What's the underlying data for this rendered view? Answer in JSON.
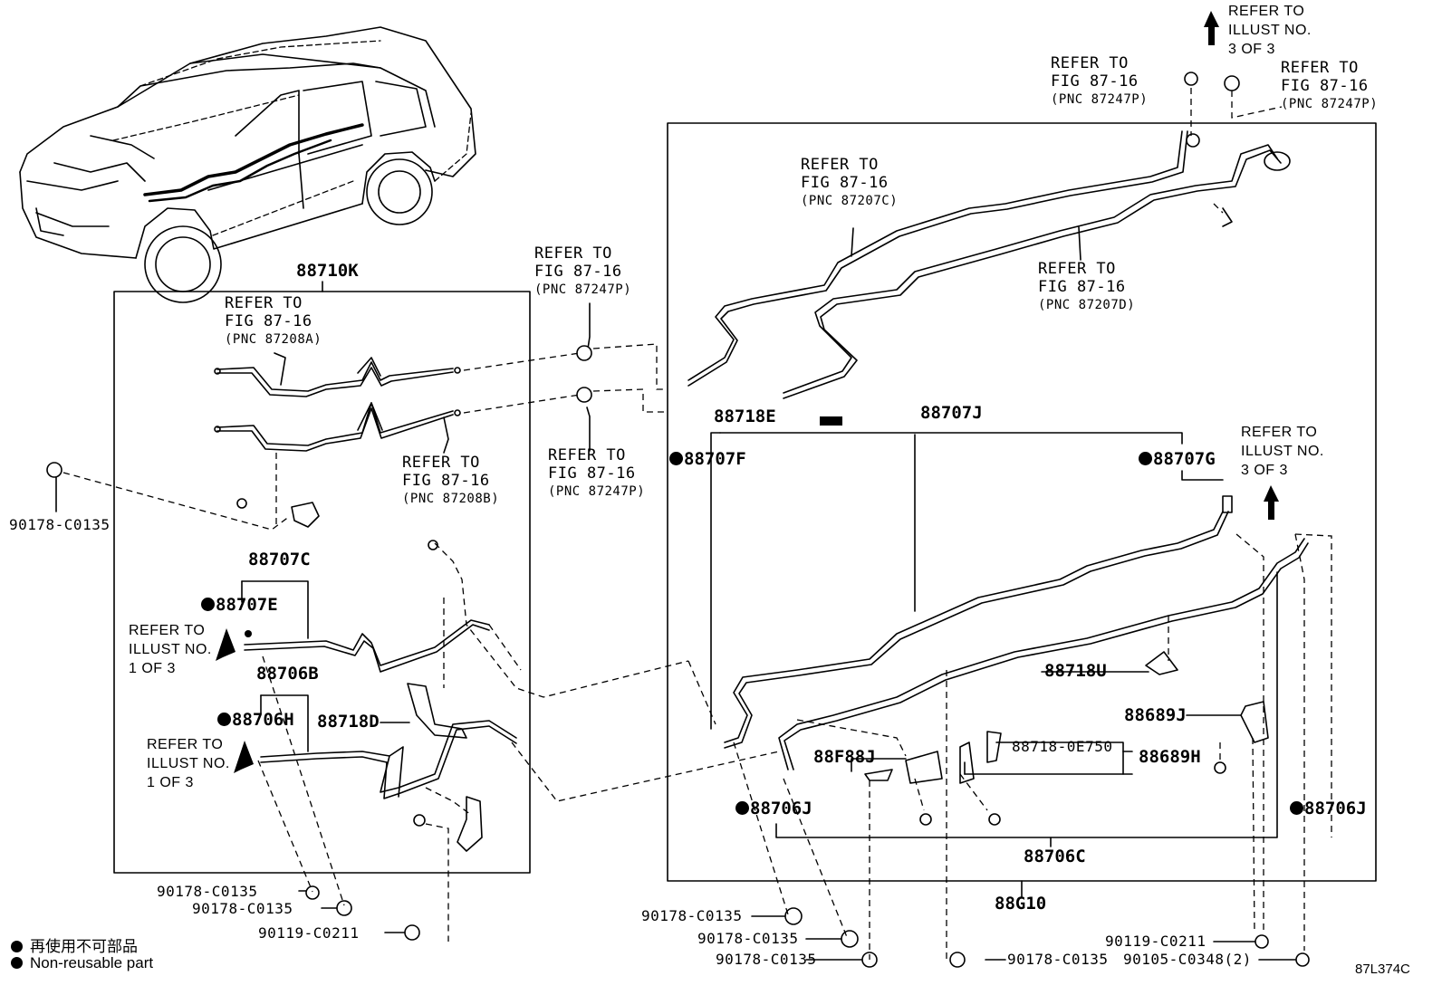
{
  "parts": {
    "p88710K": "88710K",
    "p88707C": "88707C",
    "p88707E": "88707E",
    "p88706B": "88706B",
    "p88706H": "88706H",
    "p88718D": "88718D",
    "p88718E": "88718E",
    "p88707J": "88707J",
    "p88707F": "88707F",
    "p88707G": "88707G",
    "p88718U": "88718U",
    "p88689J": "88689J",
    "pF88J": "88F88J",
    "p88718_0E750": "88718-0E750",
    "p88689H": "88689H",
    "p88706J_left": "88706J",
    "p88706J_right": "88706J",
    "p88706C": "88706C",
    "p88G10": "88G10",
    "c1": "90178-C0135",
    "c2": "90178-C0135",
    "c3": "90178-C0135",
    "c4": "90119-C0211",
    "c5": "90178-C0135",
    "c6": "90178-C0135",
    "c7": "90178-C0135",
    "c8": "90178-C0135",
    "c9": "90119-C0211",
    "c10": "90105-C0348(2)"
  },
  "refs": {
    "r_top_illust": [
      "REFER TO",
      "ILLUST NO.",
      "3 OF 3"
    ],
    "r_top_left_fig": [
      "REFER TO",
      "FIG 87-16",
      "(PNC 87247P)"
    ],
    "r_top_right_fig": [
      "REFER TO",
      "FIG 87-16",
      "(PNC 87247P)"
    ],
    "r_87207C": [
      "REFER TO",
      "FIG 87-16",
      "(PNC 87207C)"
    ],
    "r_87207D": [
      "REFER TO",
      "FIG 87-16",
      "(PNC 87207D)"
    ],
    "r_87247P_mid_top": [
      "REFER TO",
      "FIG 87-16",
      "(PNC 87247P)"
    ],
    "r_87247P_mid_bot": [
      "REFER TO",
      "FIG 87-16",
      "(PNC 87247P)"
    ],
    "r_87208A": [
      "REFER TO",
      "FIG 87-16",
      "(PNC 87208A)"
    ],
    "r_87208B": [
      "REFER TO",
      "FIG 87-16",
      "(PNC 87208B)"
    ],
    "r_illust1a": [
      "REFER TO",
      "ILLUST NO.",
      "1 OF 3"
    ],
    "r_illust1b": [
      "REFER TO",
      "ILLUST NO.",
      "1 OF 3"
    ],
    "r_illust3b": [
      "REFER TO",
      "ILLUST NO.",
      "3 OF 3"
    ]
  },
  "legend": {
    "jp": "再使用不可部品",
    "en": "Non-reusable part"
  },
  "figure_code": "87L374C"
}
